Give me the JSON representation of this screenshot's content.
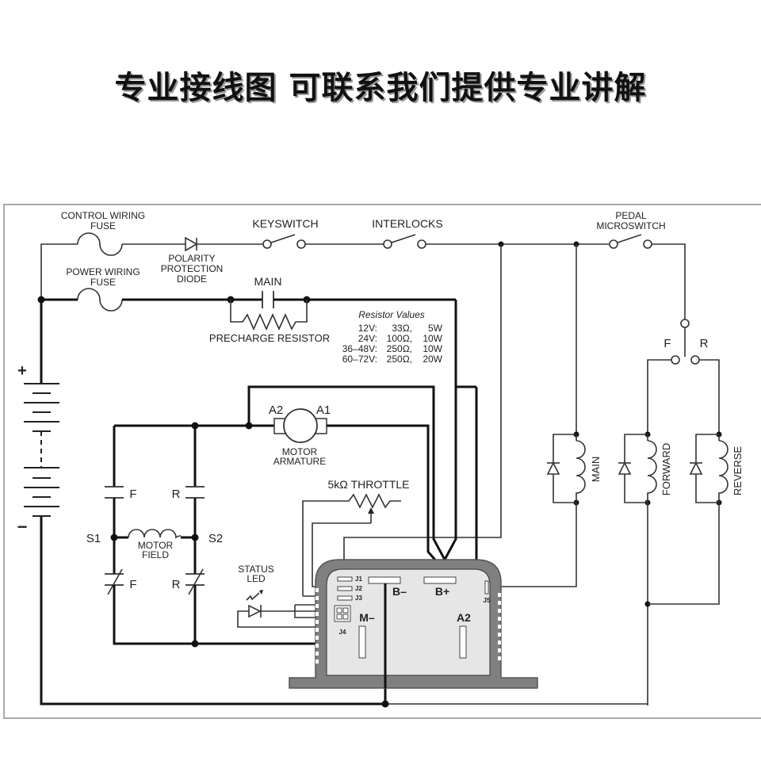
{
  "banner": {
    "title": "专业接线图 可联系我们提供专业讲解"
  },
  "diagram": {
    "labels": {
      "control_fuse_1": "CONTROL WIRING",
      "control_fuse_2": "FUSE",
      "power_fuse_1": "POWER WIRING",
      "power_fuse_2": "FUSE",
      "diode_1": "POLARITY",
      "diode_2": "PROTECTION",
      "diode_3": "DIODE",
      "keyswitch": "KEYSWITCH",
      "interlocks": "INTERLOCKS",
      "pedal_1": "PEDAL",
      "pedal_2": "MICROSWITCH",
      "main_contactor": "MAIN",
      "precharge": "PRECHARGE RESISTOR",
      "fr_f": "F",
      "fr_r": "R",
      "battery_plus": "+",
      "battery_minus": "−",
      "a2": "A2",
      "a1": "A1",
      "armature_1": "MOTOR",
      "armature_2": "ARMATURE",
      "throttle": "5kΩ THROTTLE",
      "s1": "S1",
      "s2": "S2",
      "field_1": "MOTOR",
      "field_2": "FIELD",
      "f_no": "F",
      "r_no": "R",
      "f_nc": "F",
      "r_nc": "R",
      "led_1": "STATUS",
      "led_2": "LED",
      "coil_main": "MAIN",
      "coil_forward": "FORWARD",
      "coil_reverse": "REVERSE"
    },
    "controller": {
      "j1": "J1",
      "j2": "J2",
      "j3": "J3",
      "j4": "J4",
      "j5": "J5",
      "b_minus": "B–",
      "b_plus": "B+",
      "m_minus": "M–",
      "a2": "A2"
    },
    "resistor_table": {
      "title": "Resistor Values",
      "rows": [
        {
          "voltage": "12V:",
          "ohms": "33Ω,",
          "watts": "5W"
        },
        {
          "voltage": "24V:",
          "ohms": "100Ω,",
          "watts": "10W"
        },
        {
          "voltage": "36–48V:",
          "ohms": "250Ω,",
          "watts": "10W"
        },
        {
          "voltage": "60–72V:",
          "ohms": "250Ω,",
          "watts": "20W"
        }
      ]
    }
  }
}
